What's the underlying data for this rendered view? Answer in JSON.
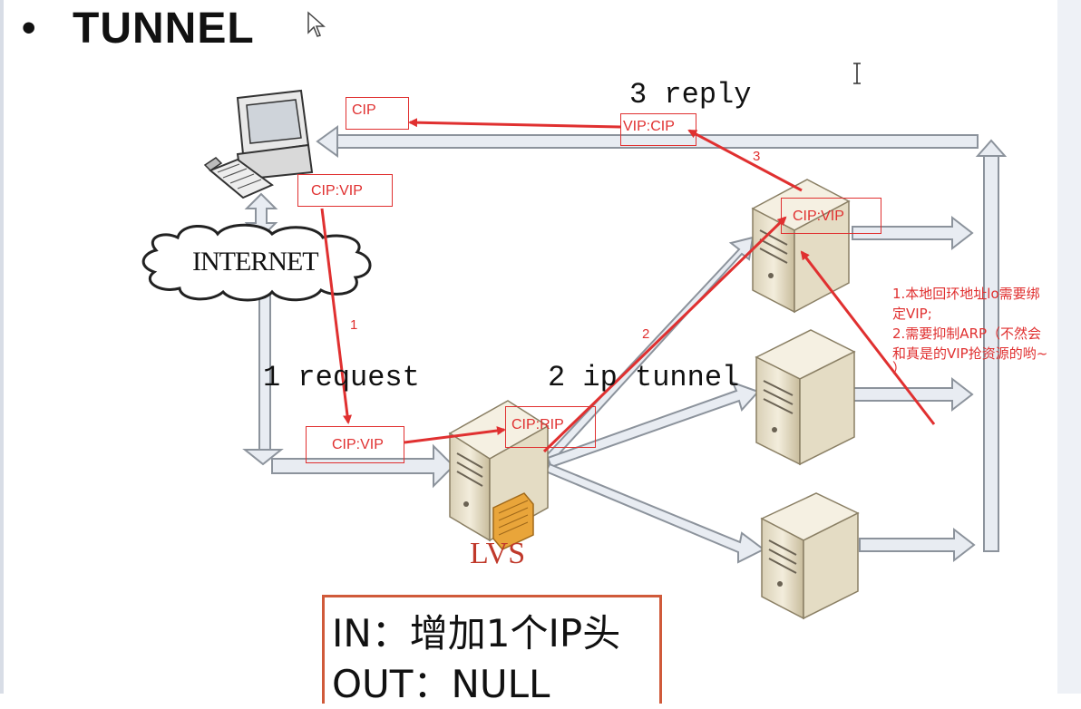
{
  "slide": {
    "bullet": "•",
    "title": "TUNNEL"
  },
  "diagram": {
    "internet_label": "INTERNET",
    "request_label": "1 request",
    "tunnel_label": "2 ip tunnel",
    "reply_label": "3 reply",
    "lvs_label": "LVS"
  },
  "annotations": {
    "cip_box": "CIP",
    "vip_cip_box": "VIP:CIP",
    "cip_vip_top_box": "CIP:VIP",
    "cip_vip_bottom_box": "CIP:VIP",
    "cip_rip_box": "CIP:RIP",
    "cip_vip_server_box": "CIP:VIP",
    "step1": "1",
    "step2": "2",
    "step3": "3",
    "note_line1": "1.本地回环地址lo需要绑",
    "note_line2": "定VIP;",
    "note_line3": "2.需要抑制ARP（不然会",
    "note_line4": "和真是的VIP抢资源的哟~",
    "note_line5": "）"
  },
  "summary": {
    "in_line": "IN：增加1个IP头",
    "out_line": "OUT：NULL"
  },
  "colors": {
    "annotation_red": "#e03030",
    "arrow_fill": "#e8ecf2",
    "arrow_stroke": "#8c939c",
    "server_body": "#ede6d2",
    "server_shadow": "#b9ae92",
    "summary_border": "#d05a3a",
    "lvs_text": "#c0392b"
  }
}
